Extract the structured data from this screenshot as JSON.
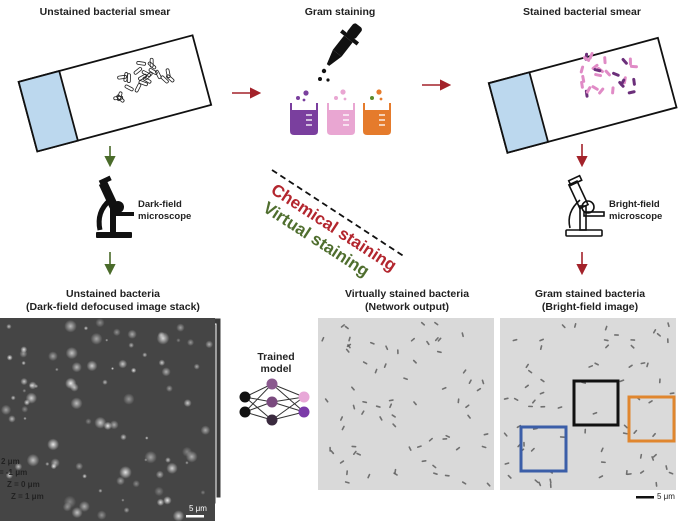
{
  "titles": {
    "unstained_smear": "Unstained bacterial smear",
    "gram_staining": "Gram staining",
    "stained_smear": "Stained bacterial smear",
    "unstained_bacteria": "Unstained bacteria",
    "unstained_bacteria_sub": "(Dark-field defocused image stack)",
    "virtual_bacteria": "Virtually stained bacteria",
    "virtual_bacteria_sub": "(Network output)",
    "gram_bacteria": "Gram stained bacteria",
    "gram_bacteria_sub": "(Bright-field image)"
  },
  "microscopes": {
    "dark_field_1": "Dark-field",
    "dark_field_2": "microscope",
    "bright_field_1": "Bright-field",
    "bright_field_2": "microscope"
  },
  "diagonal": {
    "chemical": "Chemical staining",
    "virtual": "Virtual staining"
  },
  "model": {
    "line1": "Trained",
    "line2": "model"
  },
  "stack": {
    "z_top": "2 μm",
    "z_neg1": "= -1 μm",
    "z_0": "Z = 0 μm",
    "z_1": "Z = 1 μm",
    "scale_dark": "5 μm",
    "scale_bright": "5 μm"
  },
  "colors": {
    "green_arrow": "#4a6b2a",
    "red_arrow": "#a3222a",
    "slide_blue": "#bcd8ee",
    "beaker_purple": "#7a3f9e",
    "beaker_pink": "#e9a6d2",
    "beaker_orange": "#e57b2c",
    "chemical_text": "#b3262e",
    "virtual_text": "#4f6e2e",
    "box_black": "#111111",
    "box_orange": "#e0862e",
    "box_blue": "#3b5ea8"
  }
}
